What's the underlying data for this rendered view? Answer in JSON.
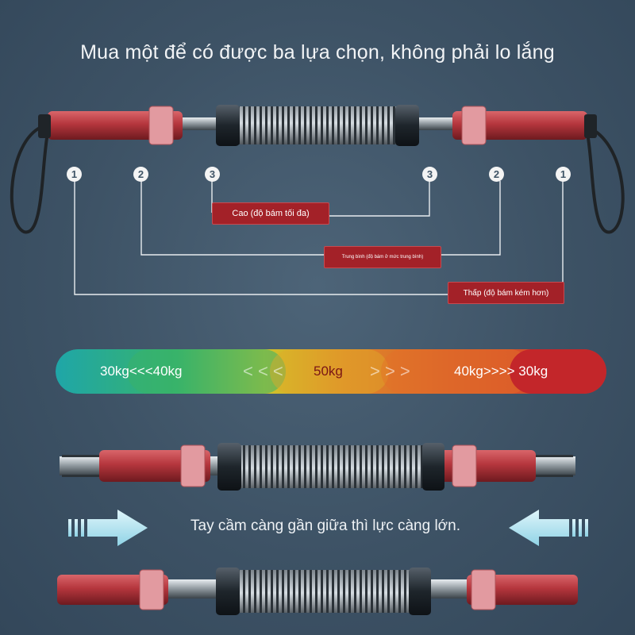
{
  "headline": "Mua một để có được ba lựa chọn, không phải lo lắng",
  "markers": {
    "one": "1",
    "two": "2",
    "three": "3"
  },
  "levels": {
    "high": "Cao (độ bám tối đa)",
    "medium": "Trung bình (độ bám ở mức trung bình)",
    "low": "Thấp (độ bám kém hơn)"
  },
  "scale": {
    "left": "30kg<<<40kg",
    "left_chevrons": "< < <",
    "center": "50kg",
    "right_chevrons": "> > >",
    "right": "40kg>>>> 30kg"
  },
  "caption": "Tay cầm càng gần giữa thì lực càng lớn.",
  "colors": {
    "background": "#3f5466",
    "label_red": "#a32128",
    "grip_red": "#b5363d",
    "spring_dark": "#2d353c",
    "arrow_blue": "#bfe8f2",
    "scale_teal": "#1fa6a8",
    "scale_green": "#38b36a",
    "scale_yellow": "#cfc52a",
    "scale_orange": "#e08a2a",
    "scale_red": "#d33a2a"
  }
}
